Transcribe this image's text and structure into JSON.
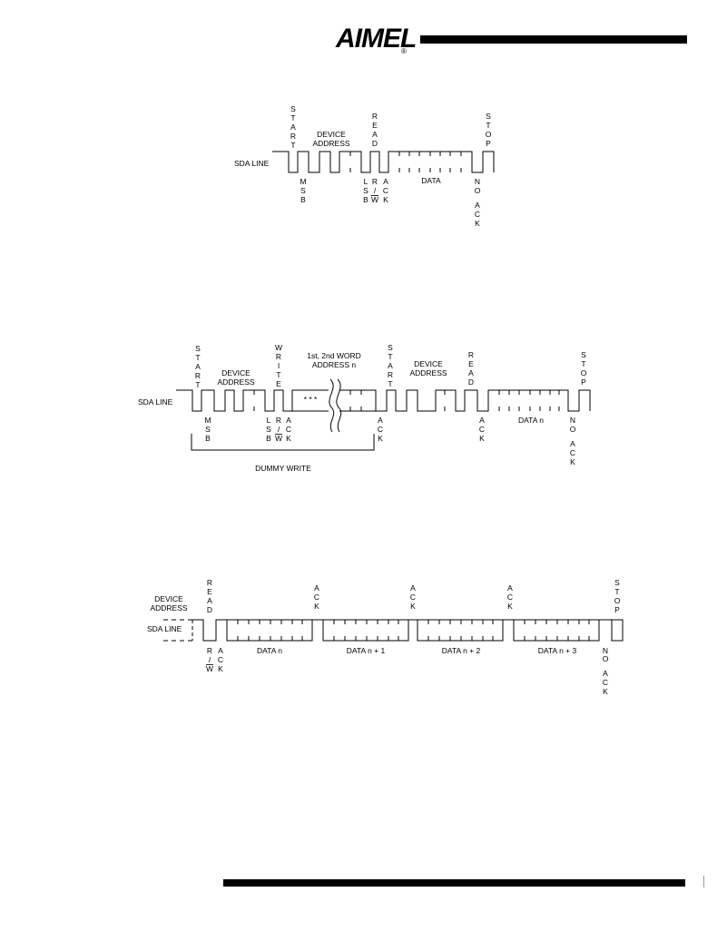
{
  "header": {
    "logo_text": "AIMEL",
    "logo_mark": "®"
  },
  "figure1": {
    "start": "START",
    "device_address": "DEVICE",
    "device_address2": "ADDRESS",
    "read": "READ",
    "stop": "STOP",
    "sda_line": "SDA LINE",
    "msb": "MSB",
    "lsb": "LSB",
    "rw_r": "R",
    "rw_slash": "/",
    "rw_w": "W",
    "ack": "ACK",
    "data": "DATA",
    "no": "NO",
    "no_ack": "ACK"
  },
  "figure2": {
    "start": "START",
    "device_address": "DEVICE",
    "device_address2": "ADDRESS",
    "write": "WRITE",
    "word_address": "1st, 2nd WORD",
    "word_address2": "ADDRESS n",
    "start2": "START",
    "device_address_b": "DEVICE",
    "device_address_b2": "ADDRESS",
    "read": "READ",
    "stop": "STOP",
    "sda_line": "SDA LINE",
    "msb": "MSB",
    "lsb": "LSB",
    "rw_r": "R",
    "rw_slash": "/",
    "rw_w": "W",
    "ack": "ACK",
    "data_n": "DATA n",
    "no": "NO",
    "no_ack": "ACK",
    "stars": "* * *",
    "dummy_write": "DUMMY WRITE"
  },
  "figure3": {
    "device_address": "DEVICE",
    "device_address2": "ADDRESS",
    "read": "READ",
    "stop": "STOP",
    "sda_line": "SDA LINE",
    "ack": "ACK",
    "rw_r": "R",
    "rw_slash": "/",
    "rw_w": "W",
    "data_n": "DATA n",
    "data_n1": "DATA n + 1",
    "data_n2": "DATA n + 2",
    "data_n3": "DATA n + 3",
    "no": "NO",
    "no_ack": "ACK"
  }
}
